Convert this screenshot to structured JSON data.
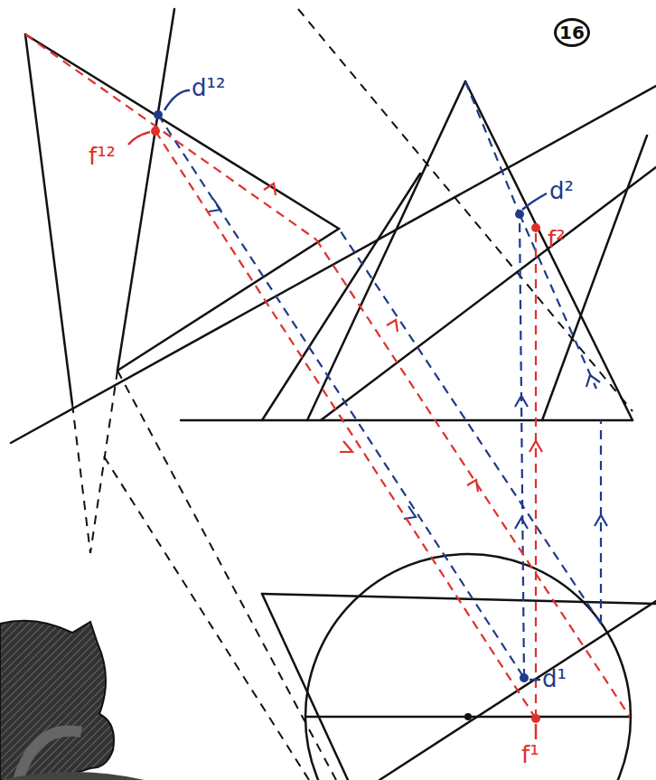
{
  "diagram": {
    "labels": [
      "16",
      "d¹²",
      "f¹²",
      "d²",
      "f²",
      "d¹",
      "f¹"
    ]
  }
}
